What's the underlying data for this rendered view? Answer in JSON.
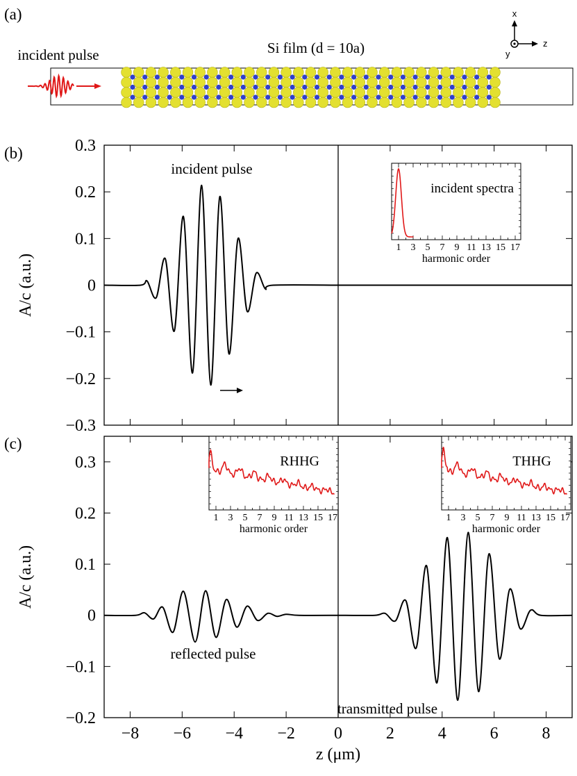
{
  "panel_labels": {
    "a": "(a)",
    "b": "(b)",
    "c": "(c)"
  },
  "schematic": {
    "film_label": "Si film (d = 10a)",
    "incident_label": "incident pulse",
    "axes": {
      "x": "x",
      "y": "y",
      "z": "z"
    }
  },
  "colors": {
    "pulse": "#000000",
    "spectrum": "#e01818",
    "atom_si": "#e3e030",
    "atom_bond": "#3140c8"
  },
  "chart_data": [
    {
      "id": "b",
      "type": "line",
      "xlabel": "",
      "ylabel": "A/c (a.u.)",
      "xlim": [
        -9,
        9
      ],
      "ylim": [
        -0.3,
        0.3
      ],
      "yticks": [
        "0.3",
        "0.2",
        "0.1",
        "0",
        "−0.1",
        "−0.2",
        "−0.3"
      ],
      "xticks": [],
      "annotations": [
        "incident pulse"
      ],
      "series": [
        {
          "x": [
            -9,
            -7.6,
            -7.35,
            -7.0,
            -6.65,
            -6.3,
            -5.95,
            -5.6,
            -5.25,
            -4.9,
            -4.55,
            -4.2,
            -3.85,
            -3.5,
            -3.15,
            -2.8,
            -2.5,
            0
          ],
          "y": [
            0,
            0,
            0.009,
            -0.027,
            0.057,
            -0.098,
            0.147,
            -0.188,
            0.214,
            -0.214,
            0.19,
            -0.147,
            0.1,
            -0.056,
            0.026,
            -0.008,
            0,
            0
          ]
        },
        {
          "x": [
            0,
            9
          ],
          "y": [
            0,
            0
          ]
        }
      ],
      "insets": [
        {
          "title": "incident spectra",
          "xlabel": "harmonic order",
          "xticks": [
            "1",
            "3",
            "5",
            "7",
            "9",
            "11",
            "13",
            "15",
            "17"
          ]
        }
      ]
    },
    {
      "id": "c",
      "type": "line",
      "xlabel": "z (μm)",
      "ylabel": "A/c (a.u.)",
      "xlim": [
        -9,
        9
      ],
      "ylim": [
        -0.2,
        0.35
      ],
      "yticks": [
        "0.3",
        "0.2",
        "0.1",
        "0",
        "−0.1",
        "−0.2"
      ],
      "xticks": [
        "−8",
        "−6",
        "−4",
        "−2",
        "0",
        "2",
        "4",
        "6",
        "8"
      ],
      "annotations": [
        "reflected pulse",
        "transmitted pulse"
      ],
      "series": [
        {
          "x": [
            -9,
            -7.8,
            -7.45,
            -7.1,
            -6.75,
            -6.35,
            -5.95,
            -5.5,
            -5.1,
            -4.7,
            -4.3,
            -3.9,
            -3.5,
            -3.1,
            -2.7,
            -2.35,
            -2.0,
            -1.5,
            0
          ],
          "y": [
            0,
            0,
            0.005,
            -0.007,
            0.016,
            -0.033,
            0.047,
            -0.052,
            0.048,
            -0.043,
            0.031,
            -0.023,
            0.018,
            -0.01,
            0.004,
            -0.002,
            0.002,
            0,
            0
          ]
        },
        {
          "x": [
            0,
            1.4,
            1.8,
            2.2,
            2.6,
            3.0,
            3.4,
            3.8,
            4.2,
            4.6,
            5.0,
            5.4,
            5.8,
            6.2,
            6.6,
            7.0,
            7.4,
            7.8,
            9
          ],
          "y": [
            0,
            0,
            0.004,
            -0.011,
            0.029,
            -0.064,
            0.097,
            -0.132,
            0.152,
            -0.166,
            0.162,
            -0.149,
            0.12,
            -0.085,
            0.051,
            -0.026,
            0.01,
            0,
            0
          ]
        }
      ],
      "insets": [
        {
          "title": "RHHG",
          "xlabel": "harmonic order",
          "xticks": [
            "1",
            "3",
            "5",
            "7",
            "9",
            "11",
            "13",
            "15",
            "17"
          ]
        },
        {
          "title": "THHG",
          "xlabel": "harmonic order",
          "xticks": [
            "1",
            "3",
            "5",
            "7",
            "9",
            "11",
            "13",
            "15",
            "17"
          ]
        }
      ]
    }
  ]
}
